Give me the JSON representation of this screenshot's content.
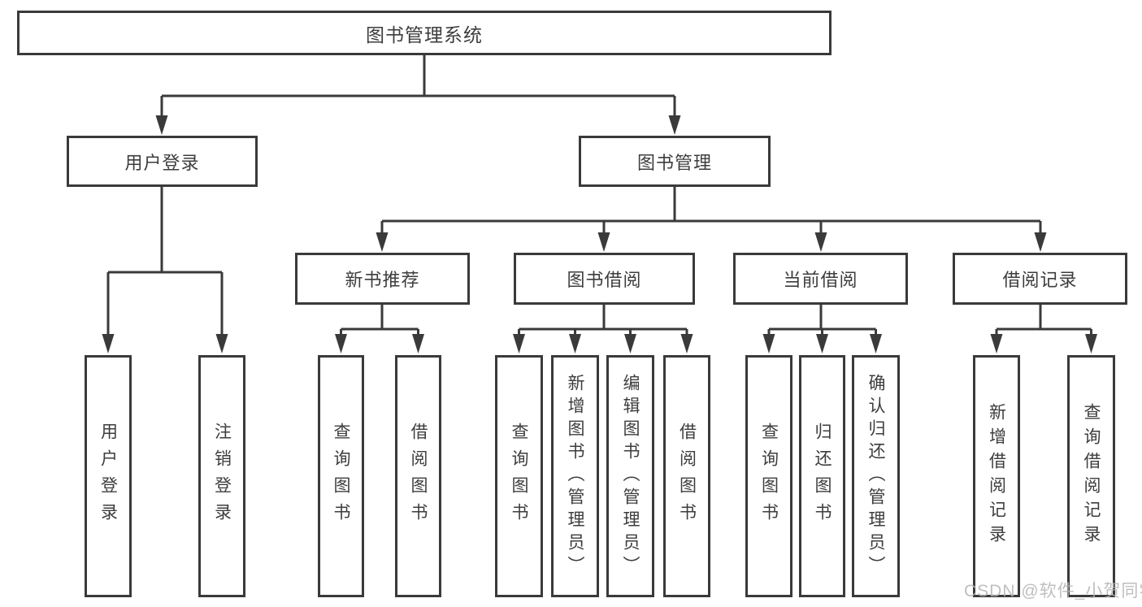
{
  "root": {
    "label": "图书管理系统"
  },
  "level2": [
    {
      "label": "用户登录"
    },
    {
      "label": "图书管理"
    }
  ],
  "level3": [
    {
      "label": "新书推荐",
      "parent": "图书管理"
    },
    {
      "label": "图书借阅",
      "parent": "图书管理"
    },
    {
      "label": "当前借阅",
      "parent": "图书管理"
    },
    {
      "label": "借阅记录",
      "parent": "图书管理"
    }
  ],
  "leaves": [
    {
      "label": "用户登录",
      "parent": "用户登录"
    },
    {
      "label": "注销登录",
      "parent": "用户登录"
    },
    {
      "label": "查询图书",
      "parent": "新书推荐"
    },
    {
      "label": "借阅图书",
      "parent": "新书推荐"
    },
    {
      "label": "查询图书",
      "parent": "图书借阅"
    },
    {
      "label": "新增图书（管理员）",
      "parent": "图书借阅"
    },
    {
      "label": "编辑图书（管理员）",
      "parent": "图书借阅"
    },
    {
      "label": "借阅图书",
      "parent": "图书借阅"
    },
    {
      "label": "查询图书",
      "parent": "当前借阅"
    },
    {
      "label": "归还图书",
      "parent": "当前借阅"
    },
    {
      "label": "确认归还（管理员）",
      "parent": "当前借阅"
    },
    {
      "label": "新增借阅记录",
      "parent": "借阅记录"
    },
    {
      "label": "查询借阅记录",
      "parent": "借阅记录"
    }
  ],
  "watermark": {
    "text": "CSDN @软件_小贺同学"
  },
  "colors": {
    "line": "#3a3a3a",
    "text": "#3d3d3d",
    "background": "#ffffff",
    "watermark": "#b4b4b4"
  }
}
